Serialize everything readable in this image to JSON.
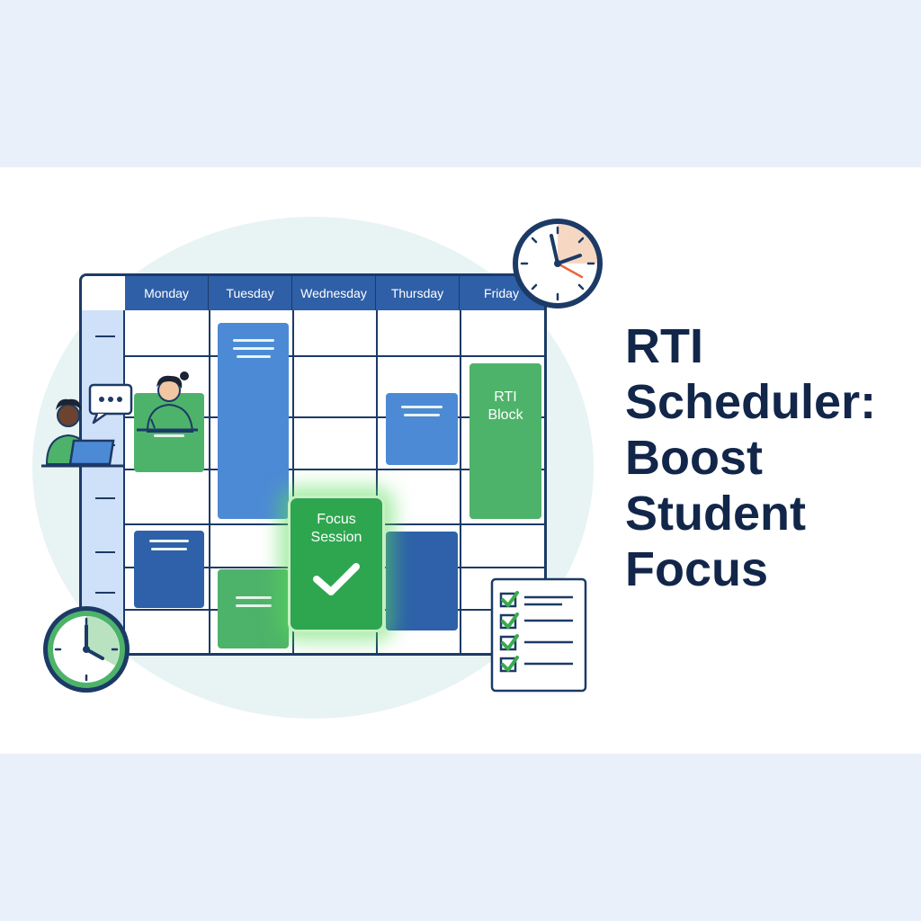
{
  "calendar": {
    "days": [
      "Monday",
      "Tuesday",
      "Wednesday",
      "Thursday",
      "Friday"
    ]
  },
  "focus_block": {
    "label": "Focus Session"
  },
  "rti_block": {
    "label": "RTI Block"
  },
  "title_lines": [
    "RTI",
    "Scheduler:",
    "Boost",
    "Student",
    "Focus"
  ],
  "colors": {
    "header_blue": "#2f5fa7",
    "title_navy": "#12264a",
    "green": "#4eb36a",
    "blue": "#4d8ad6",
    "navy": "#2e61aa",
    "focus_green": "#2ea64f"
  },
  "icons": [
    "clock-icon",
    "checklist-icon",
    "chat-bubble-icon",
    "laptop-icon",
    "check-icon"
  ]
}
